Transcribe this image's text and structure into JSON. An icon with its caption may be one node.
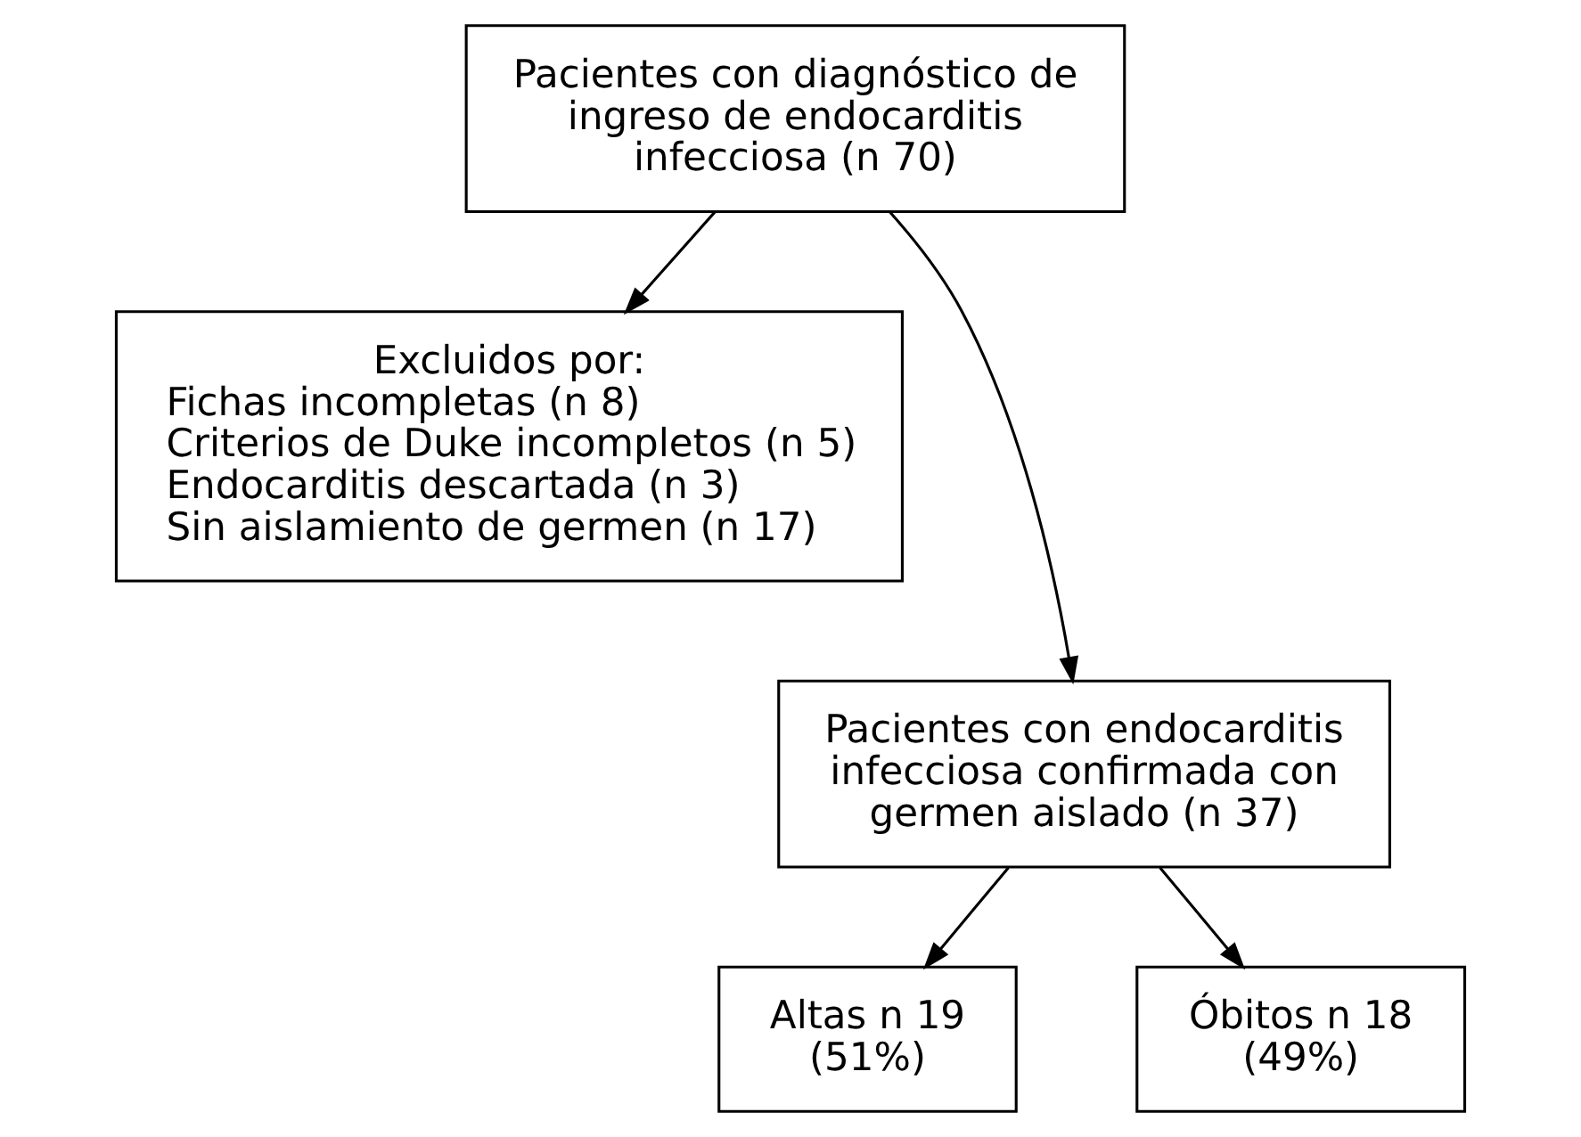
{
  "diagram": {
    "nodes": [
      {
        "text": [
          "Pacientes con diagnóstico de ingreso de endocarditis infecciosa (n 70)"
        ]
      },
      {
        "text": [
          "Excluidos por:",
          "Fichas incompletas (n 8)",
          "Criterios de Duke incompletos (n 5)",
          "Endocarditis descartada (n 3)",
          "Sin aislamiento de germen (n 17)"
        ]
      },
      {
        "text": [
          "Pacientes con endocarditis infecciosa confirmada con germen aislado (n 37)"
        ]
      },
      {
        "text": [
          "Altas n 19 (51%)"
        ]
      },
      {
        "text": [
          "Óbitos n 18 (49%)"
        ]
      }
    ],
    "edges": [
      {
        "from": 0,
        "to": 2,
        "arrow": "to"
      },
      {
        "from": 0,
        "to": 1,
        "arrow": "to"
      },
      {
        "from": 2,
        "to": 3,
        "arrow": "to"
      },
      {
        "from": 2,
        "to": 4,
        "arrow": "to"
      }
    ]
  }
}
